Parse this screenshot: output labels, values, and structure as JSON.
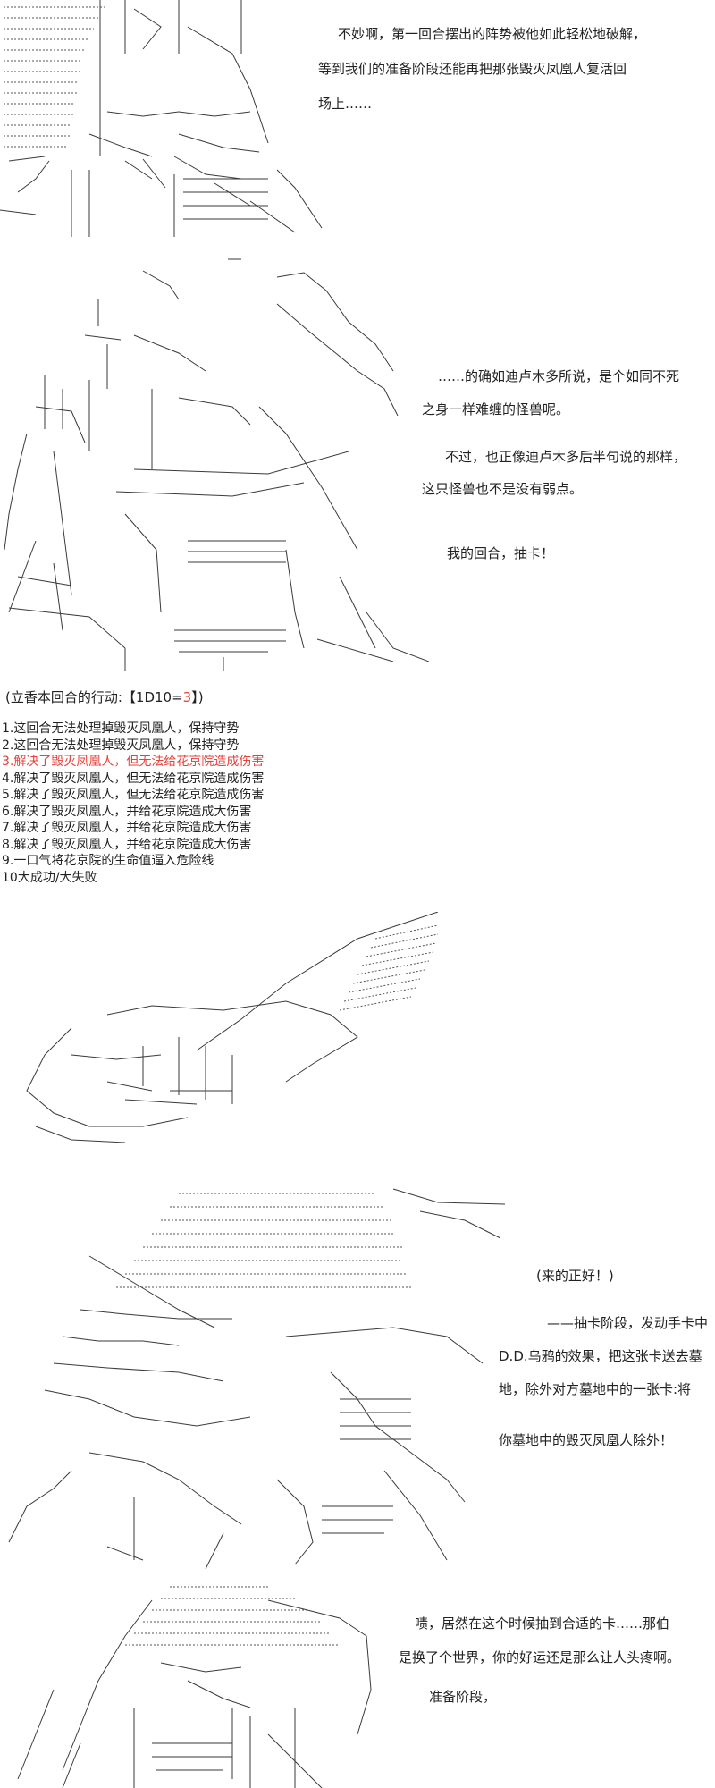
{
  "panel1": {
    "lines": [
      "不妙啊，第一回合摆出的阵势被他如此轻松地破解，",
      "等到我们的准备阶段还能再把那张毁灭凤凰人复活回",
      "场上……"
    ]
  },
  "panel2": {
    "lines": [
      "……的确如迪卢木多所说，是个如同不死",
      "之身一样难缠的怪兽呢。",
      "不过，也正像迪卢木多后半句说的那样，",
      "这只怪兽也不是没有弱点。",
      "我的回合，抽卡！"
    ]
  },
  "action": {
    "prefix": "(立香本回合的行动:【1D10=",
    "roll": "3",
    "suffix": "】)",
    "selected_index": 2,
    "options": [
      "1.这回合无法处理掉毁灭凤凰人，保持守势",
      "2.这回合无法处理掉毁灭凤凰人，保持守势",
      "3.解决了毁灭凤凰人，但无法给花京院造成伤害",
      "4.解决了毁灭凤凰人，但无法给花京院造成伤害",
      "5.解决了毁灭凤凰人，但无法给花京院造成伤害",
      "6.解决了毁灭凤凰人，并给花京院造成大伤害",
      "7.解决了毁灭凤凰人，并给花京院造成大伤害",
      "8.解决了毁灭凤凰人，并给花京院造成大伤害",
      "9.一口气将花京院的生命值逼入危险线",
      "10大成功/大失败"
    ]
  },
  "panel4": {
    "lines": [
      "(来的正好！)",
      "——抽卡阶段，发动手卡中",
      "D.D.乌鸦的效果，把这张卡送去墓",
      "地，除外对方墓地中的一张卡:将",
      "你墓地中的毁灭凤凰人除外！"
    ]
  },
  "panel5": {
    "lines": [
      "啧，居然在这个时候抽到合适的卡……那伯",
      "是换了个世界，你的好运还是那么让人头疼啊。",
      "准备阶段，"
    ]
  },
  "colors": {
    "text": "#222222",
    "highlight": "#e8413a",
    "art": "#3a3a3a"
  }
}
